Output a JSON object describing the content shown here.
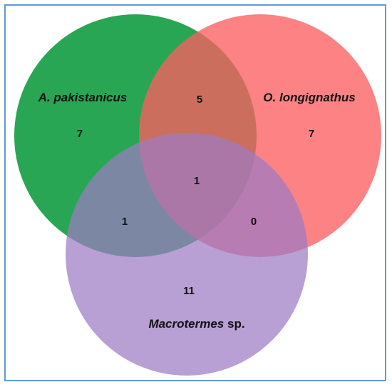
{
  "colors": {
    "frame": "#5b9bd5",
    "set_a": "#0a9a3c",
    "set_b": "#fb5f62",
    "set_c": "#9d7cc4"
  },
  "sets": {
    "a": {
      "label": "A. pakistanicus",
      "only": "7"
    },
    "b": {
      "label": "O. longignathus",
      "only": "7"
    },
    "c": {
      "label_italic": "Macrotermes",
      "label_plain": " sp.",
      "only": "11"
    }
  },
  "intersections": {
    "ab": "5",
    "ac": "1",
    "bc": "0",
    "abc": "1"
  }
}
